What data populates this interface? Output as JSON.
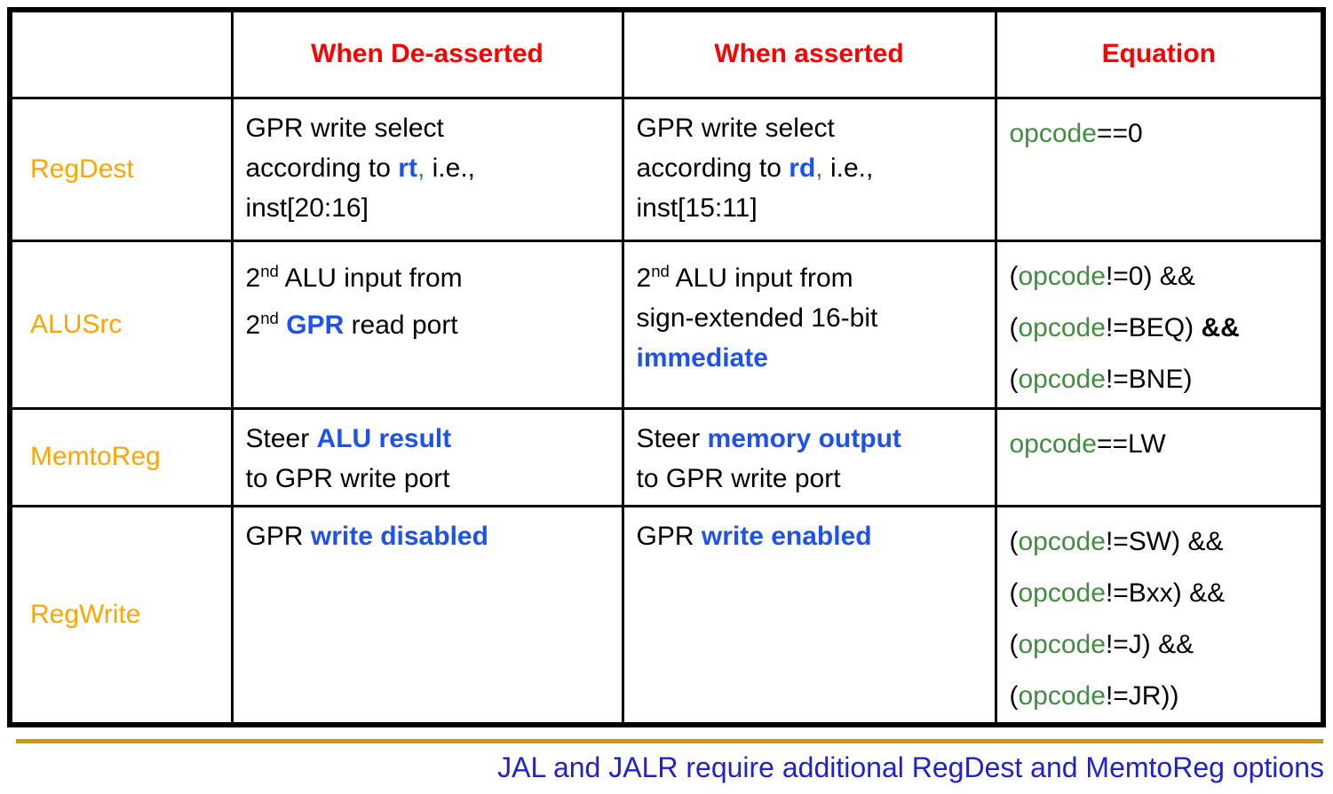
{
  "colors": {
    "header_red": "#FF0000",
    "label_orange": "#FFA500",
    "emphasis_blue": "#1D52ED",
    "opcode_green": "#3E8E3E",
    "note_blue": "#2222CC",
    "rule_gold": "#CC9900",
    "border_black": "#000000"
  },
  "table": {
    "headers": [
      {
        "label": ""
      },
      {
        "label": "When De-asserted"
      },
      {
        "label": "When asserted"
      },
      {
        "label": "Equation"
      }
    ],
    "rows": [
      {
        "label": "RegDest",
        "when_deasserted": [
          [
            {
              "t": "GPR write select"
            }
          ],
          [
            {
              "t": "according to "
            },
            {
              "t": "rt",
              "s": "bb"
            },
            {
              "t": ",",
              "s": "g"
            },
            {
              "t": " i.e.,"
            }
          ],
          [
            {
              "t": "inst[20:16]"
            }
          ]
        ],
        "when_asserted": [
          [
            {
              "t": "GPR write select"
            }
          ],
          [
            {
              "t": "according to "
            },
            {
              "t": "rd",
              "s": "bb"
            },
            {
              "t": ",",
              "s": "g"
            },
            {
              "t": " i.e.,"
            }
          ],
          [
            {
              "t": "inst[15:11]"
            }
          ]
        ],
        "equation": [
          [
            {
              "t": "opcode",
              "s": "g"
            },
            {
              "t": "==0"
            }
          ]
        ]
      },
      {
        "label": "ALUSrc",
        "when_deasserted": [
          [
            {
              "t": "2"
            },
            {
              "t": "nd",
              "s": "sup"
            },
            {
              "t": " ALU input from"
            }
          ],
          [
            {
              "t": "2"
            },
            {
              "t": "nd",
              "s": "sup"
            },
            {
              "t": " "
            },
            {
              "t": "GPR",
              "s": "bb"
            },
            {
              "t": " read port"
            }
          ]
        ],
        "when_asserted": [
          [
            {
              "t": "2"
            },
            {
              "t": "nd",
              "s": "sup"
            },
            {
              "t": " ALU input from"
            }
          ],
          [
            {
              "t": "sign-extended 16-bit"
            }
          ],
          [
            {
              "t": "immediate",
              "s": "bb"
            }
          ]
        ],
        "equation": [
          [
            {
              "t": "("
            },
            {
              "t": "opcode",
              "s": "g"
            },
            {
              "t": "!=0) &&"
            }
          ],
          [
            {
              "t": "("
            },
            {
              "t": "opcode",
              "s": "g"
            },
            {
              "t": "!=BEQ) "
            },
            {
              "t": "&&",
              "s": "bold"
            }
          ],
          [
            {
              "t": "("
            },
            {
              "t": "opcode",
              "s": "g"
            },
            {
              "t": "!=BNE)"
            }
          ]
        ]
      },
      {
        "label": "MemtoReg",
        "when_deasserted": [
          [
            {
              "t": "Steer "
            },
            {
              "t": "ALU result",
              "s": "bb"
            }
          ],
          [
            {
              "t": "to GPR write port"
            }
          ]
        ],
        "when_asserted": [
          [
            {
              "t": "Steer "
            },
            {
              "t": "memory output",
              "s": "bb"
            }
          ],
          [
            {
              "t": "to GPR write port"
            }
          ]
        ],
        "equation": [
          [
            {
              "t": "opcode",
              "s": "g"
            },
            {
              "t": "==LW"
            }
          ]
        ]
      },
      {
        "label": "RegWrite",
        "when_deasserted": [
          [
            {
              "t": "GPR "
            },
            {
              "t": "write disabled",
              "s": "bb"
            }
          ]
        ],
        "when_asserted": [
          [
            {
              "t": "GPR "
            },
            {
              "t": "write enabled",
              "s": "bb"
            }
          ]
        ],
        "equation": [
          [
            {
              "t": "("
            },
            {
              "t": "opcode",
              "s": "g"
            },
            {
              "t": "!=SW) &&"
            }
          ],
          [
            {
              "t": "("
            },
            {
              "t": "opcode",
              "s": "g"
            },
            {
              "t": "!=Bxx) &&"
            }
          ],
          [
            {
              "t": "("
            },
            {
              "t": "opcode",
              "s": "g"
            },
            {
              "t": "!=J) &&"
            }
          ],
          [
            {
              "t": "("
            },
            {
              "t": "opcode",
              "s": "g"
            },
            {
              "t": "!=JR))"
            }
          ]
        ]
      }
    ]
  },
  "footer": {
    "note": "JAL and JALR require additional RegDest and MemtoReg options"
  }
}
